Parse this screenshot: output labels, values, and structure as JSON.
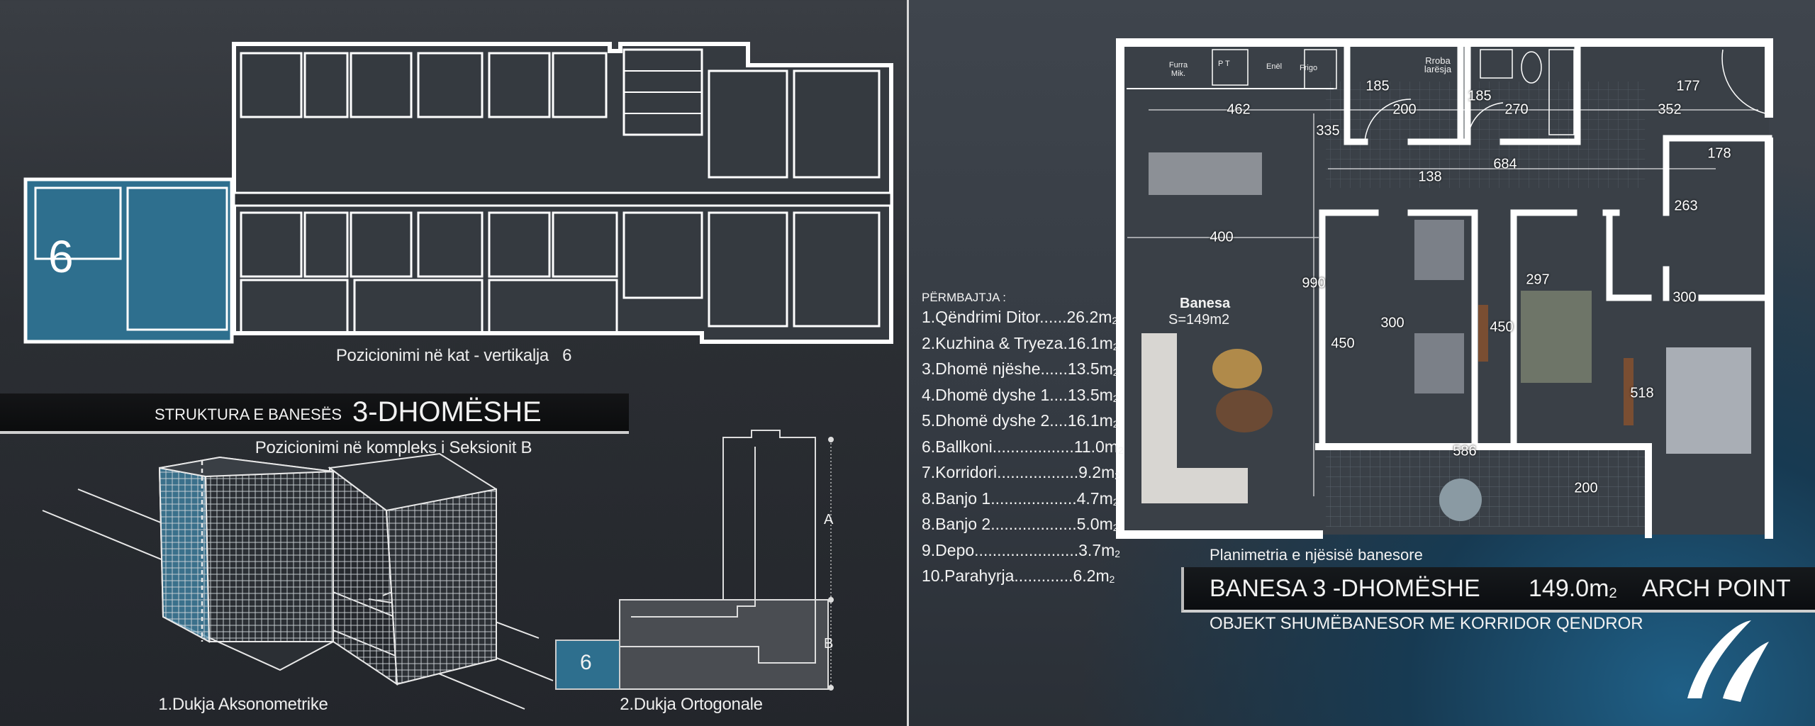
{
  "left": {
    "floor_caption": "Pozicionimi në kat - vertikalja",
    "floor_vertical": "6",
    "unit_number": "6",
    "banner_small": "STRUKTURA E BANESËS",
    "banner_big": "3-DHOMËSHE",
    "complex_caption": "Pozicionimi në kompleks i  Seksionit  B",
    "axo_caption": "1.Dukja Aksonometrike",
    "ortho_caption": "2.Dukja Ortogonale",
    "ortho_label_a": "A",
    "ortho_label_b": "B",
    "ortho_unit": "6"
  },
  "legend": {
    "heading": "PËRMBAJTJA :",
    "unit_suffix": "m",
    "unit_sub": "2",
    "items": [
      {
        "label": "1.Qëndrimi Ditor......",
        "value": "26.2"
      },
      {
        "label": "2.Kuzhina & Tryeza.",
        "value": "16.1"
      },
      {
        "label": "3.Dhomë njëshe......",
        "value": "13.5"
      },
      {
        "label": "4.Dhomë dyshe 1....",
        "value": "13.5"
      },
      {
        "label": "5.Dhomë dyshe 2....",
        "value": "16.1"
      },
      {
        "label": "6.Ballkoni..................",
        "value": "11.0"
      },
      {
        "label": "7.Korridori..................",
        "value": "9.2"
      },
      {
        "label": "8.Banjo 1...................",
        "value": "4.7"
      },
      {
        "label": "8.Banjo 2...................",
        "value": "5.0"
      },
      {
        "label": "9.Depo.......................",
        "value": "3.7"
      },
      {
        "label": "10.Parahyrja.............",
        "value": "6.2"
      }
    ]
  },
  "plan": {
    "unit_name": "Banesa",
    "unit_area": "S=149m2",
    "fixtures": {
      "oven": "Furra Mik.",
      "stove": "P T",
      "enel": "Enël",
      "fridge": "Frigo",
      "laundry": "Rroba larësja"
    },
    "dims": [
      "462",
      "335",
      "185",
      "200",
      "185",
      "270",
      "177",
      "352",
      "178",
      "684",
      "138",
      "263",
      "400",
      "990",
      "297",
      "300",
      "300",
      "450",
      "450",
      "518",
      "586",
      "200"
    ],
    "caption": "Planimetria e njësisë banesore"
  },
  "title": {
    "name": "BANESA 3 -DHOMËSHE",
    "area": "149.0",
    "area_unit": "m",
    "area_sub": "2",
    "brand": "ARCH POINT",
    "subtitle": "OBJEKT SHUMËBANESOR ME KORRIDOR QENDROR"
  },
  "colors": {
    "accent": "#2e6f8e",
    "wall": "#ffffff",
    "background": "#2b2e33"
  }
}
